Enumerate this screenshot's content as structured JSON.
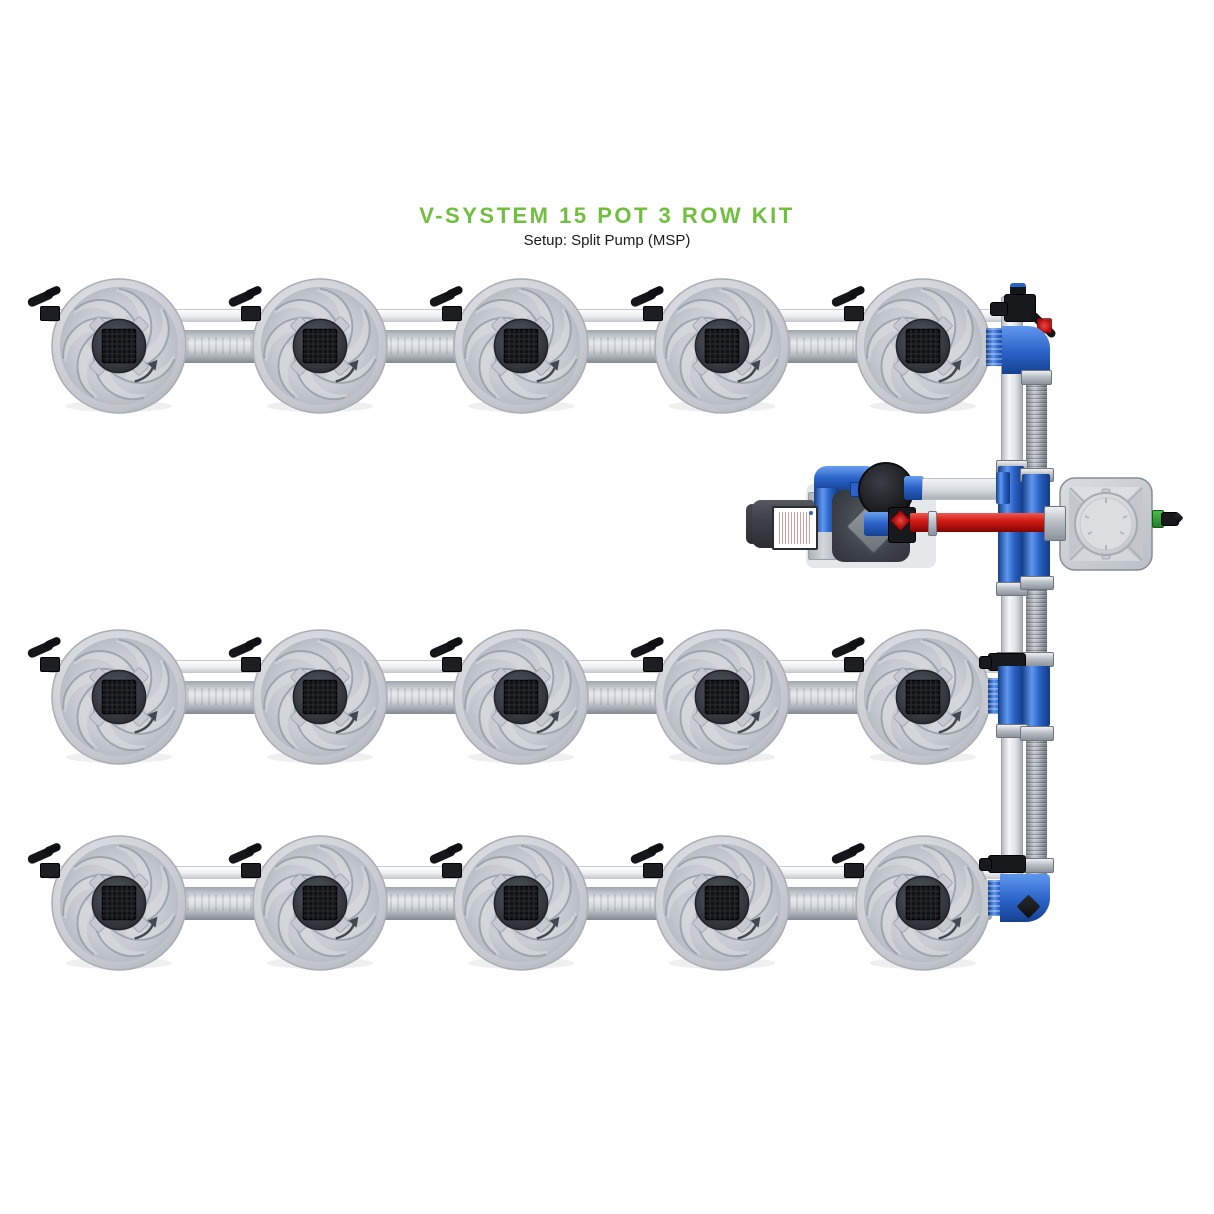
{
  "header": {
    "title": "V-SYSTEM 15 POT 3 ROW KIT",
    "subtitle": "Setup: Split Pump (MSP)"
  },
  "system": {
    "kit_name": "V-SYSTEM",
    "total_pots": 15,
    "rows": 3,
    "pots_per_row": 5,
    "setup": "Split Pump (MSP)"
  },
  "colors": {
    "title_green": "#71BF3F",
    "subtitle_black": "#1B1B1B",
    "fitting_blue": "#2A62C8",
    "return_line_red": "#C41414",
    "pot_gray": "#CDD1D6",
    "pipe_silver": "#C9CDD2",
    "fitting_black": "#17191C",
    "drain_green": "#2E9B33",
    "background": "#FFFFFF"
  },
  "icons": {
    "vortex-pot": "circular top-view pot with swirl vanes and mesh lid",
    "drip-elbow-fitting": "small black angled fitting on drip line",
    "drip-line": "thin white tube along each row",
    "row-manifold-pipe": "thick silver pipe joining pots",
    "supply-riser-pipe": "white vertical pipe on right",
    "return-riser-pipe": "corrugated gray vertical pipe on right",
    "elbow-fitting-blue": "blue 90-degree pipe elbow",
    "shutoff-valve": "black valve with red handle",
    "water-pump": "pump with motor and volute",
    "inline-filter": "black round inline filter",
    "return-line-red": "red pipe from pump to reservoir",
    "reservoir": "square tank with round lid",
    "drain-fitting-green": "green and black fitting on reservoir"
  }
}
